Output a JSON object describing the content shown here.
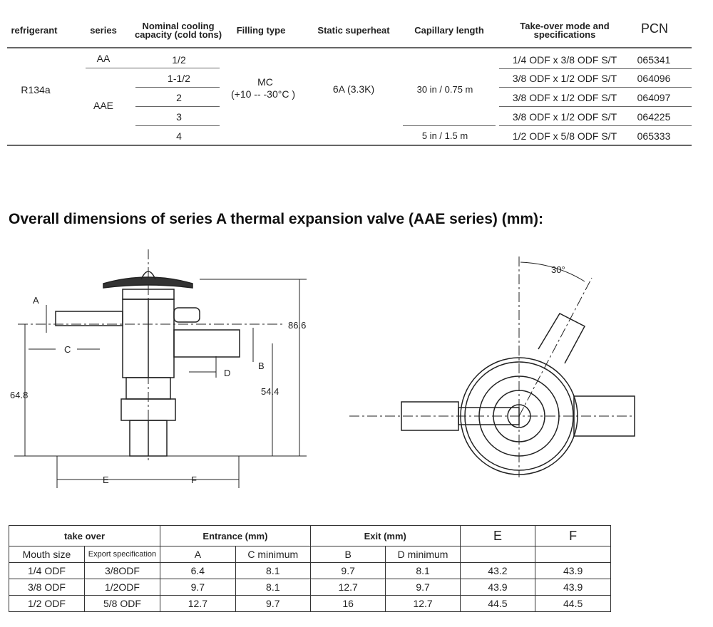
{
  "spec_table": {
    "headers": [
      "refrigerant",
      "series",
      "Nominal cooling capacity (cold tons)",
      "Filling type",
      "Static superheat",
      "Capillary length",
      "Take-over mode and specifications",
      "PCN"
    ],
    "refrigerant": "R134a",
    "series": [
      "AA",
      "AAE"
    ],
    "capacities": [
      "1/2",
      "1-1/2",
      "2",
      "3",
      "4"
    ],
    "filling_type": [
      "MC",
      "(+10 -- -30°C )"
    ],
    "static_superheat": "6A (3.3K)",
    "capillary_lengths": [
      "30 in / 0.75 m",
      "5 in / 1.5 m"
    ],
    "takeover": [
      "1/4 ODF x 3/8 ODF S/T",
      "3/8 ODF x 1/2 ODF S/T",
      "3/8 ODF x 1/2 ODF S/T",
      "3/8 ODF x 1/2 ODF S/T",
      "1/2 ODF x 5/8 ODF S/T"
    ],
    "pcn": [
      "065341",
      "064096",
      "064097",
      "064225",
      "065333"
    ]
  },
  "section_title": "Overall dimensions of series A thermal expansion valve (AAE series) (mm):",
  "drawing": {
    "labels": {
      "A": "A",
      "B": "B",
      "C": "C",
      "D": "D",
      "E": "E",
      "F": "F",
      "h1": "86.6",
      "h2": "64.8",
      "h3": "54.4",
      "angle": "30°"
    }
  },
  "dim_table": {
    "group_headers": [
      "take over",
      "Entrance (mm)",
      "Exit (mm)",
      "E",
      "F"
    ],
    "sub_headers": [
      "Mouth size",
      "Export specification",
      "A",
      "C minimum",
      "B",
      "D minimum",
      "",
      ""
    ],
    "rows": [
      [
        "1/4 ODF",
        "3/8ODF",
        "6.4",
        "8.1",
        "9.7",
        "8.1",
        "43.2",
        "43.9"
      ],
      [
        "3/8 ODF",
        "1/2ODF",
        "9.7",
        "8.1",
        "12.7",
        "9.7",
        "43.9",
        "43.9"
      ],
      [
        "1/2 ODF",
        "5/8 ODF",
        "12.7",
        "9.7",
        "16",
        "12.7",
        "44.5",
        "44.5"
      ]
    ]
  }
}
